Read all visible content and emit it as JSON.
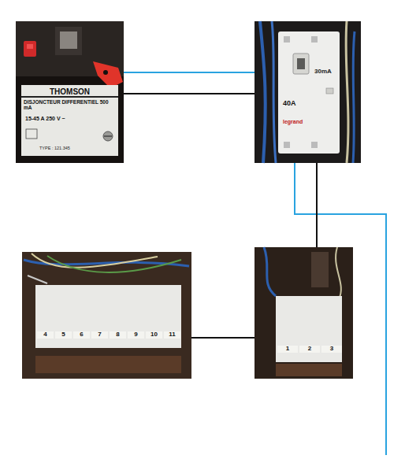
{
  "diagram": {
    "nodes": [
      {
        "text": [
          "THOMSON",
          "DISJONCTEUR DIFFERENTIEL 500 mA",
          "15-45 A 250 V ~",
          "TYPE : 121.345"
        ]
      },
      {
        "text": [
          "30mA",
          "40A",
          "legrand"
        ]
      },
      {
        "text": [
          "4",
          "5",
          "6",
          "7",
          "8",
          "9",
          "10",
          "11"
        ]
      },
      {
        "text": [
          "1",
          "2",
          "3"
        ]
      }
    ],
    "edges": [
      {
        "from": 0,
        "to": 1,
        "arrow": "none"
      },
      {
        "from": 0,
        "to": 1,
        "arrow": "none"
      },
      {
        "from": 1,
        "to": 3,
        "arrow": "none"
      },
      {
        "from": 3,
        "to": 2,
        "arrow": "none"
      }
    ]
  }
}
